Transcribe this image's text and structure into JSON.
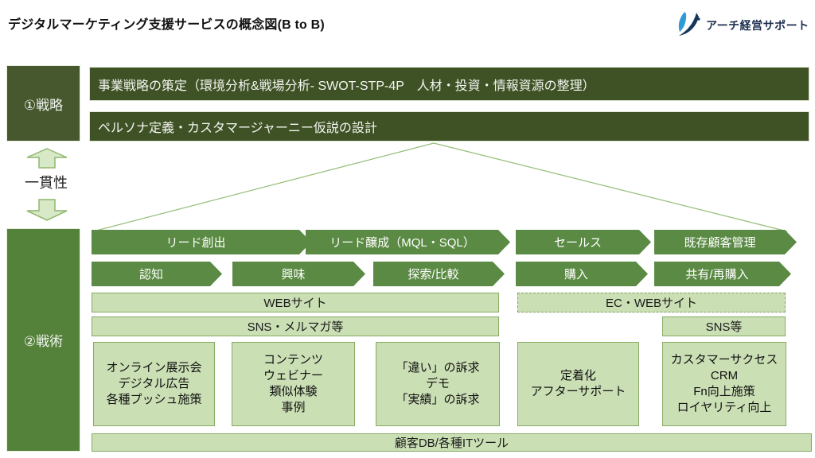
{
  "header": {
    "title": "デジタルマーケティング支援サービスの概念図(B to B)",
    "logo_text": "アーチ経営サポート"
  },
  "strategy": {
    "label": "①戦略",
    "bar1": "事業戦略の策定（環境分析&戦場分析- SWOT-STP-4P　人材・投資・情報資源の整理）",
    "bar2": "ペルソナ定義・カスタマージャーニー仮説の設計"
  },
  "consistency": {
    "label": "一貫性"
  },
  "tactics": {
    "label": "②戦術",
    "funnel_stages": [
      "リード創出",
      "リード醸成（MQL・SQL）",
      "セールス",
      "既存顧客管理"
    ],
    "journey_stages": [
      "認知",
      "興味",
      "探索/比較",
      "購入",
      "共有/再購入"
    ],
    "channels": {
      "web": "WEBサイト",
      "sns_mail": "SNS・メルマガ等",
      "ec_web": "EC・WEBサイト",
      "sns": "SNS等"
    },
    "boxes": [
      {
        "lines": [
          "オンライン展示会",
          "デジタル広告",
          "各種プッシュ施策"
        ]
      },
      {
        "lines": [
          "コンテンツ",
          "ウェビナー",
          "類似体験",
          "事例"
        ]
      },
      {
        "lines": [
          "「違い」の訴求",
          "デモ",
          "「実績」の訴求"
        ]
      },
      {
        "lines": [
          "定着化",
          "アフターサポート"
        ]
      },
      {
        "lines": [
          "カスタマーサクセス",
          "CRM",
          "Fn向上施策",
          "ロイヤリティ向上"
        ]
      }
    ],
    "bottom_bar": "顧客DB/各種ITツール"
  },
  "colors": {
    "dark_green": "#3f5226",
    "strategy_green": "#47582f",
    "tactics_green": "#55823b",
    "chevron_green": "#5a8a43",
    "light_green_fill": "#cbdfb5",
    "light_green_border": "#86ab62",
    "logo_navy": "#1e3050",
    "logo_blue": "#2e9bd6"
  }
}
